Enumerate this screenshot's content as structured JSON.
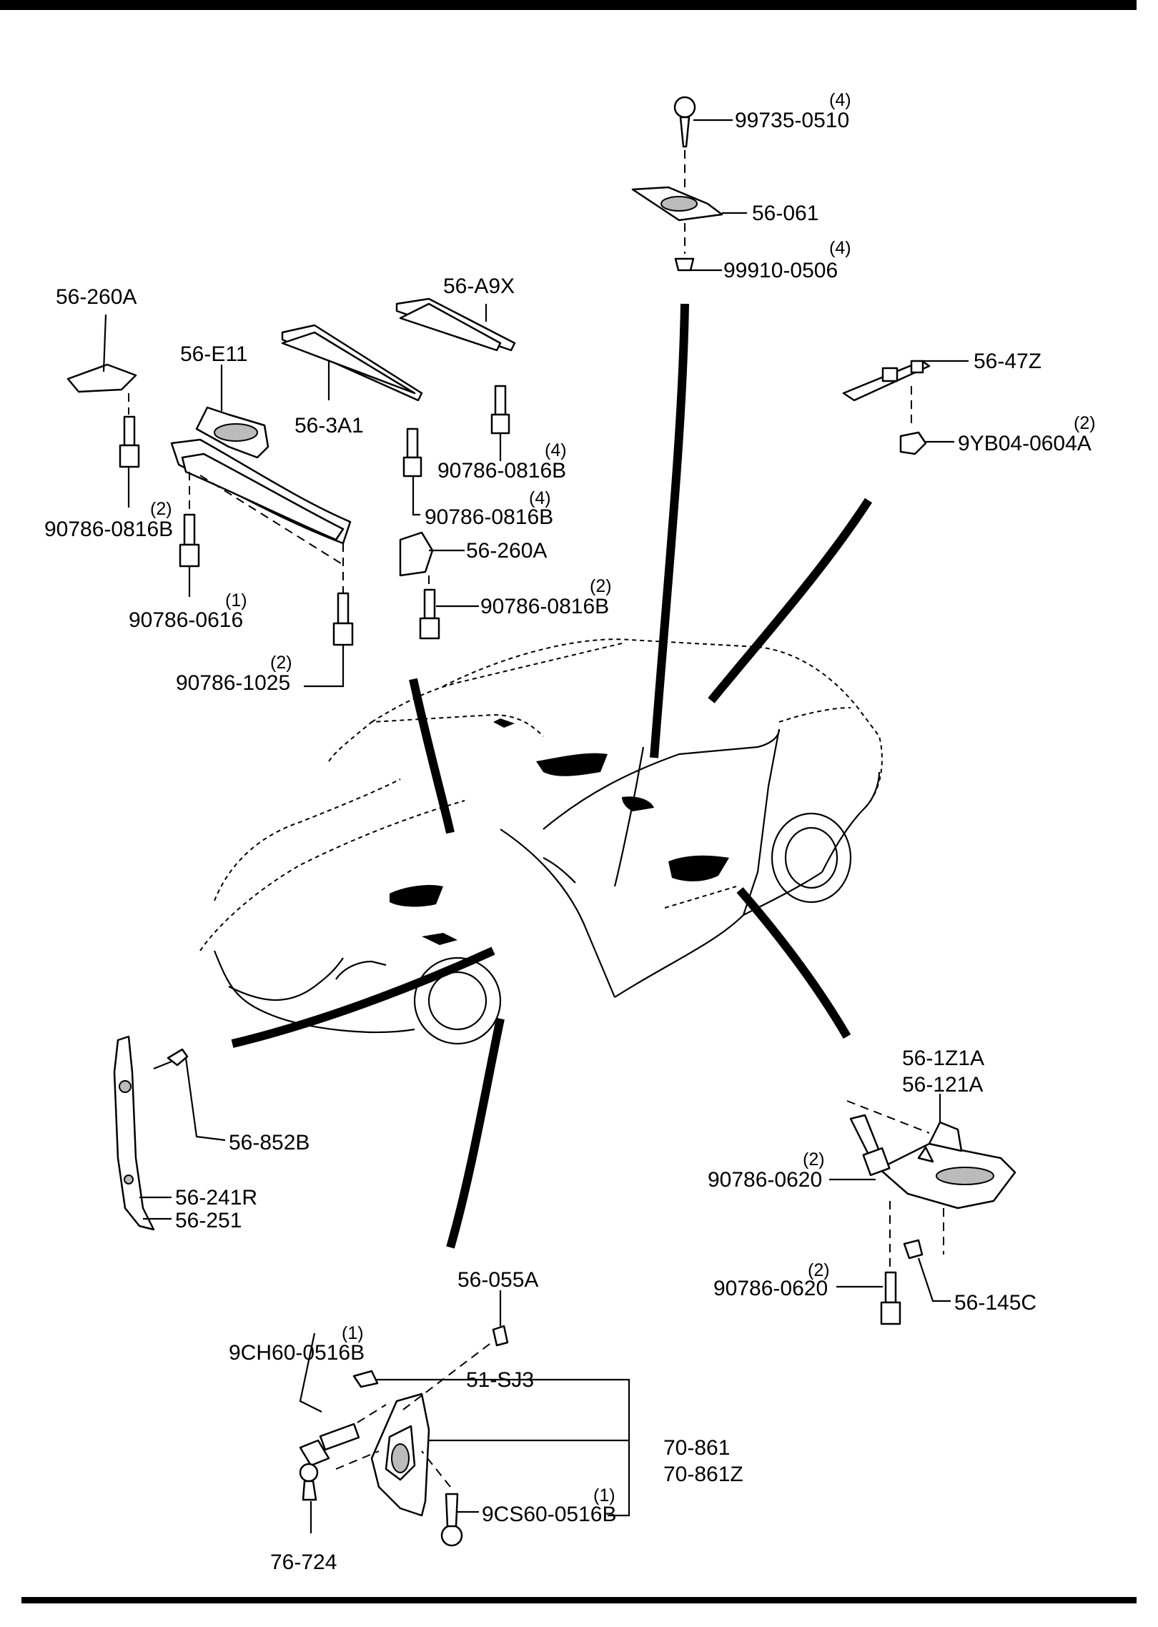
{
  "labels": {
    "p9973505010": "99735-0510",
    "p9973505010_qty": "(4)",
    "p56061": "56-061",
    "p9991005506": "99910-0506",
    "p9991005506_qty": "(4)",
    "p56260A_top": "56-260A",
    "p56E11": "56-E11",
    "p56A9X": "56-A9X",
    "p563A1": "56-3A1",
    "p56_47Z": "56-47Z",
    "p9YB04": "9YB04-0604A",
    "p9YB04_qty": "(2)",
    "p90786_0816B_a": "90786-0816B",
    "p90786_0816B_a_qty": "(4)",
    "p90786_0816B_b": "90786-0816B",
    "p90786_0816B_b_qty": "(4)",
    "p90786_0816B_left": "90786-0816B",
    "p90786_0816B_left_qty": "(2)",
    "p56260A_mid": "56-260A",
    "p90786_0816B_c": "90786-0816B",
    "p90786_0816B_c_qty": "(2)",
    "p90786_0616": "90786-0616",
    "p90786_0616_qty": "(1)",
    "p90786_1025": "90786-1025",
    "p90786_1025_qty": "(2)",
    "p56_852B": "56-852B",
    "p56_241R": "56-241R",
    "p56_251": "56-251",
    "p56_1Z1A": "56-1Z1A",
    "p56_121A": "56-121A",
    "p90786_0620_a": "90786-0620",
    "p90786_0620_a_qty": "(2)",
    "p90786_0620_b": "90786-0620",
    "p90786_0620_b_qty": "(2)",
    "p56_145C": "56-145C",
    "p56_055A": "56-055A",
    "p9CH60": "9CH60-0516B",
    "p9CH60_qty": "(1)",
    "p51_SJ3": "51-SJ3",
    "p70_861": "70-861",
    "p70_861Z": "70-861Z",
    "p9CS60": "9CS60-0516B",
    "p9CS60_qty": "(1)",
    "p76_724": "76-724"
  }
}
